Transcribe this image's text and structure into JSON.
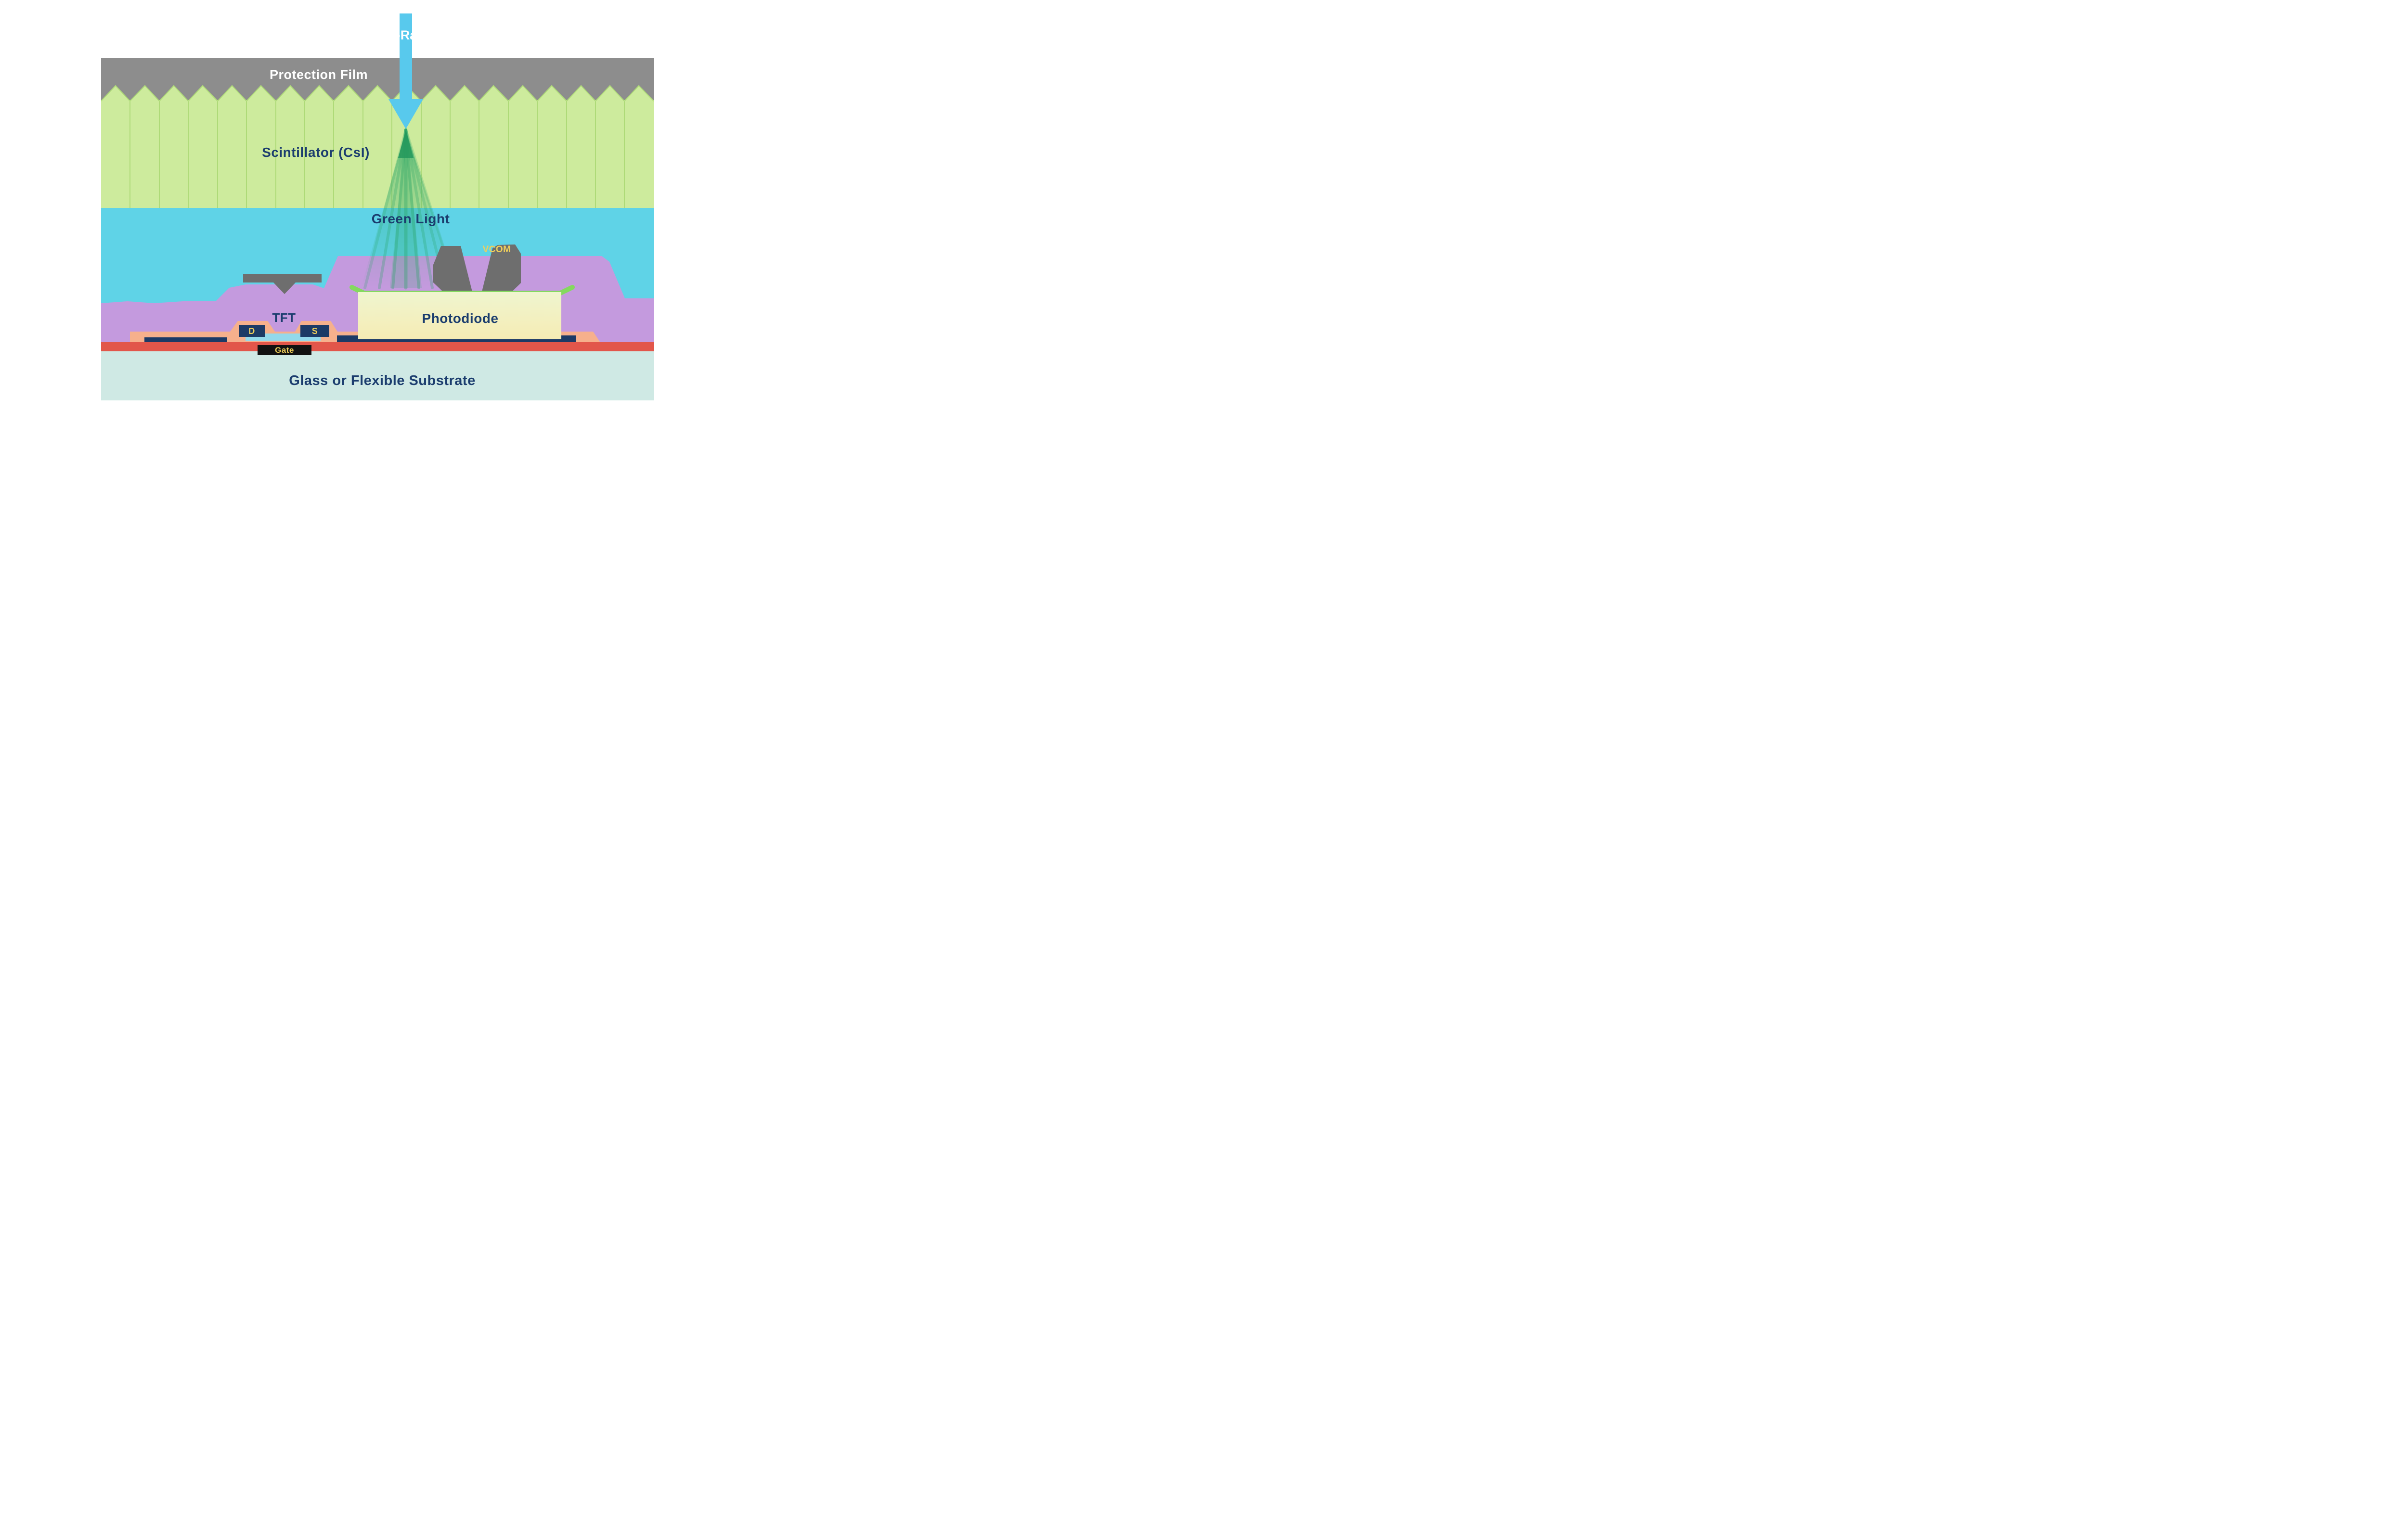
{
  "labels": {
    "xray": "X-Ray",
    "protection_film": "Protection Film",
    "scintillator": "Scintillator (CsI)",
    "green_light": "Green Light",
    "vcom": "VCOM",
    "photodiode": "Photodiode",
    "tft": "TFT",
    "drain": "D",
    "source": "S",
    "gate": "Gate",
    "substrate": "Glass or Flexible Substrate"
  },
  "colors": {
    "protection_film": "#8d8d8d",
    "scintillator": "#cdeb9d",
    "scintillator_line": "#aeda78",
    "air_gap": "#5fd3e7",
    "xray_arrow": "#58c9ed",
    "green_ray": "#28a566",
    "green_tip": "#23985c",
    "planarization": "#c49ade",
    "metal_gray": "#6e6e6e",
    "photodiode_top": "#84d95f",
    "electrode_navy": "#1c3a66",
    "passivation_salmon": "#f6b08c",
    "channel_blue": "#93d9ec",
    "gate_black": "#111111",
    "red_layer": "#e2564a",
    "substrate_fill": "#cfe9e4",
    "label_navy": "#1b3d6e",
    "label_yellow": "#f0cf5a",
    "label_white": "#ffffff"
  }
}
